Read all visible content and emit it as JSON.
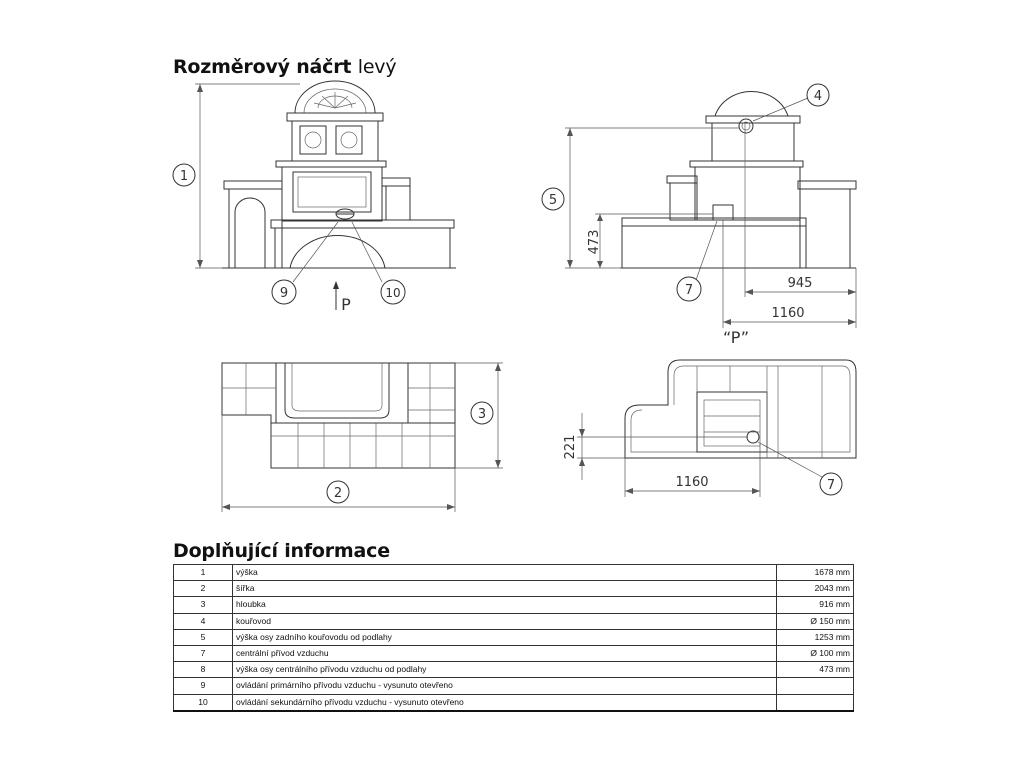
{
  "document": {
    "title_bold": "Rozměrový náčrt",
    "title_light": "levý",
    "info_heading": "Doplňující informace"
  },
  "drawing": {
    "callouts": {
      "c1": "1",
      "c2": "2",
      "c3": "3",
      "c4": "4",
      "c5": "5",
      "c7a": "7",
      "c7b": "7",
      "c9": "9",
      "c10": "10"
    },
    "dimensions": {
      "d473": "473",
      "d945": "945",
      "d1160_side": "1160",
      "d221": "221",
      "d1160_top": "1160"
    },
    "view_marks": {
      "arrow_p": "P",
      "view_p": "“P”"
    }
  },
  "table": {
    "rows": [
      {
        "num": "1",
        "label": "výška",
        "value": "1678 mm"
      },
      {
        "num": "2",
        "label": "šířka",
        "value": "2043 mm"
      },
      {
        "num": "3",
        "label": "hloubka",
        "value": "916 mm"
      },
      {
        "num": "4",
        "label": "kouřovod",
        "value": "Ø 150 mm"
      },
      {
        "num": "5",
        "label": "výška osy zadního kouřovodu od podlahy",
        "value": "1253 mm"
      },
      {
        "num": "7",
        "label": "centrální přívod vzduchu",
        "value": "Ø 100 mm"
      },
      {
        "num": "8",
        "label": "výška osy centrálního přívodu vzduchu od podlahy",
        "value": "473 mm"
      },
      {
        "num": "9",
        "label": "ovládání primárního přívodu vzduchu - vysunuto otevřeno",
        "value": ""
      },
      {
        "num": "10",
        "label": "ovládání sekundárního přívodu vzduchu - vysunuto otevřeno",
        "value": ""
      }
    ]
  }
}
